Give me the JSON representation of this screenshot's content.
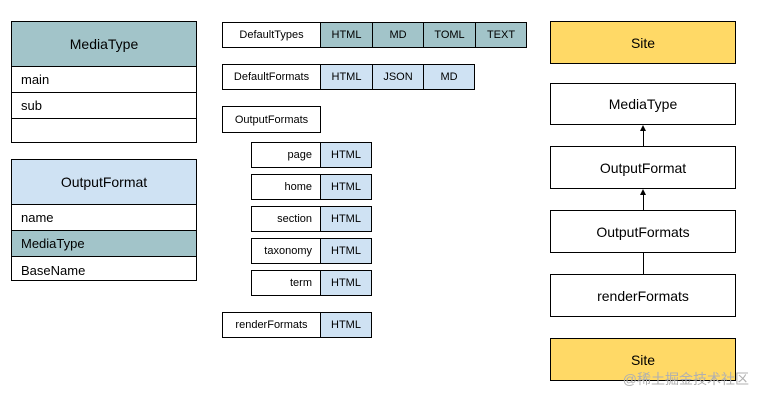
{
  "colors": {
    "teal_header": "#a2c4c9",
    "blue_header": "#cfe2f3",
    "yellow": "#ffd966",
    "border": "#000000"
  },
  "media_type_table": {
    "title": "MediaType",
    "fields": [
      "main",
      "sub",
      ""
    ]
  },
  "output_format_table": {
    "title": "OutputFormat",
    "fields": [
      "name",
      "MediaType",
      "BaseName"
    ]
  },
  "default_types": {
    "label": "DefaultTypes",
    "values": [
      "HTML",
      "MD",
      "TOML",
      "TEXT"
    ]
  },
  "default_formats": {
    "label": "DefaultFormats",
    "values": [
      "HTML",
      "JSON",
      "MD"
    ]
  },
  "output_formats": {
    "label": "OutputFormats",
    "entries": [
      {
        "kind": "page",
        "format": "HTML"
      },
      {
        "kind": "home",
        "format": "HTML"
      },
      {
        "kind": "section",
        "format": "HTML"
      },
      {
        "kind": "taxonomy",
        "format": "HTML"
      },
      {
        "kind": "term",
        "format": "HTML"
      }
    ]
  },
  "render_formats": {
    "label": "renderFormats",
    "value": "HTML"
  },
  "right_column": {
    "site_top": "Site",
    "media_type": "MediaType",
    "output_format": "OutputFormat",
    "output_formats": "OutputFormats",
    "render_formats": "renderFormats",
    "site_bottom": "Site"
  },
  "watermark": "@稀土掘金技术社区"
}
